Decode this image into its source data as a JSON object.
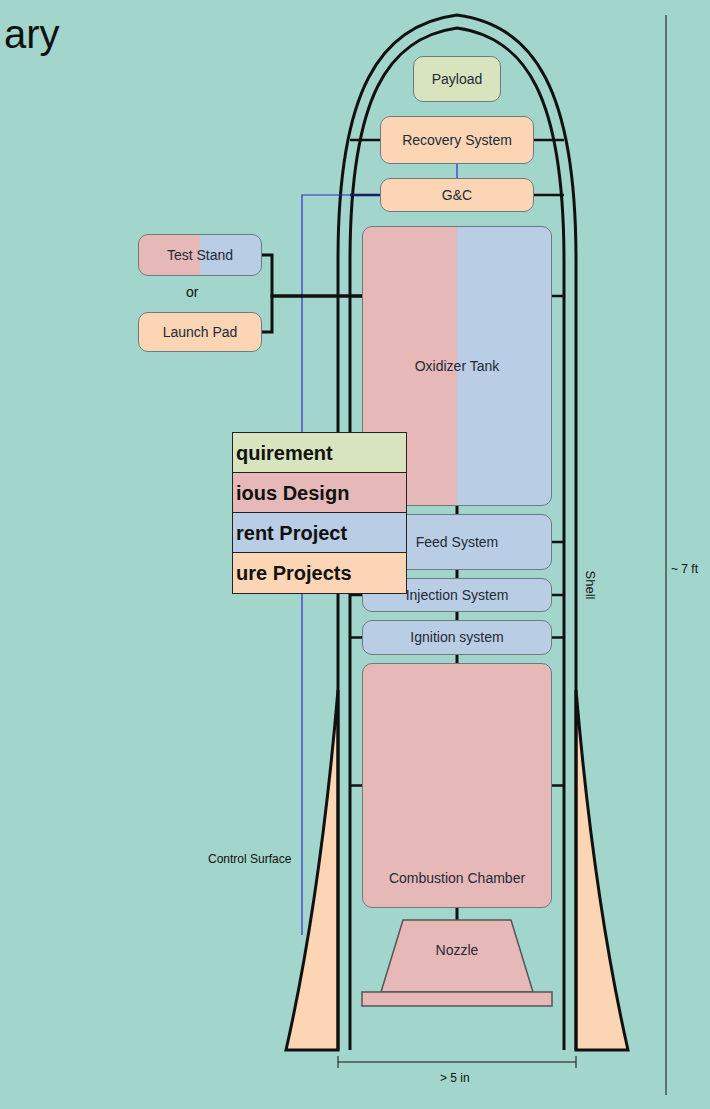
{
  "diagram": {
    "title": "ary",
    "nodes": [
      {
        "text": [
          "Payload"
        ]
      },
      {
        "text": [
          "Recovery System"
        ]
      },
      {
        "text": [
          "G&C"
        ]
      },
      {
        "text": [
          "Test Stand"
        ]
      },
      {
        "text": [
          "Launch Pad"
        ]
      },
      {
        "text": [
          "Oxidizer Tank"
        ]
      },
      {
        "text": [
          "Feed System"
        ]
      },
      {
        "text": [
          "Injection System"
        ]
      },
      {
        "text": [
          "Ignition system"
        ]
      },
      {
        "text": [
          "Combustion Chamber"
        ]
      },
      {
        "text": [
          "Nozzle"
        ]
      }
    ],
    "edges": [
      {
        "from": 1,
        "to": 2,
        "arrow": "none"
      },
      {
        "from": 3,
        "to": 5,
        "arrow": "none"
      },
      {
        "from": 4,
        "to": 5,
        "arrow": "none"
      },
      {
        "from": 5,
        "to": 6,
        "arrow": "none"
      },
      {
        "from": 6,
        "to": 7,
        "arrow": "none"
      },
      {
        "from": 7,
        "to": 8,
        "arrow": "none"
      },
      {
        "from": 8,
        "to": 9,
        "arrow": "none"
      },
      {
        "from": 9,
        "to": 10,
        "arrow": "none"
      }
    ],
    "labels": [
      "or",
      "Control Surface",
      "Shell",
      "~ 7 ft",
      "> 5 in"
    ],
    "legend": [
      {
        "text": "quirement",
        "color": "#d7e4bd"
      },
      {
        "text": "ious Design",
        "color": "#e6b9b8"
      },
      {
        "text": "rent Project",
        "color": "#b9cde5"
      },
      {
        "text": "ure Projects",
        "color": "#fcd5b4"
      }
    ]
  }
}
